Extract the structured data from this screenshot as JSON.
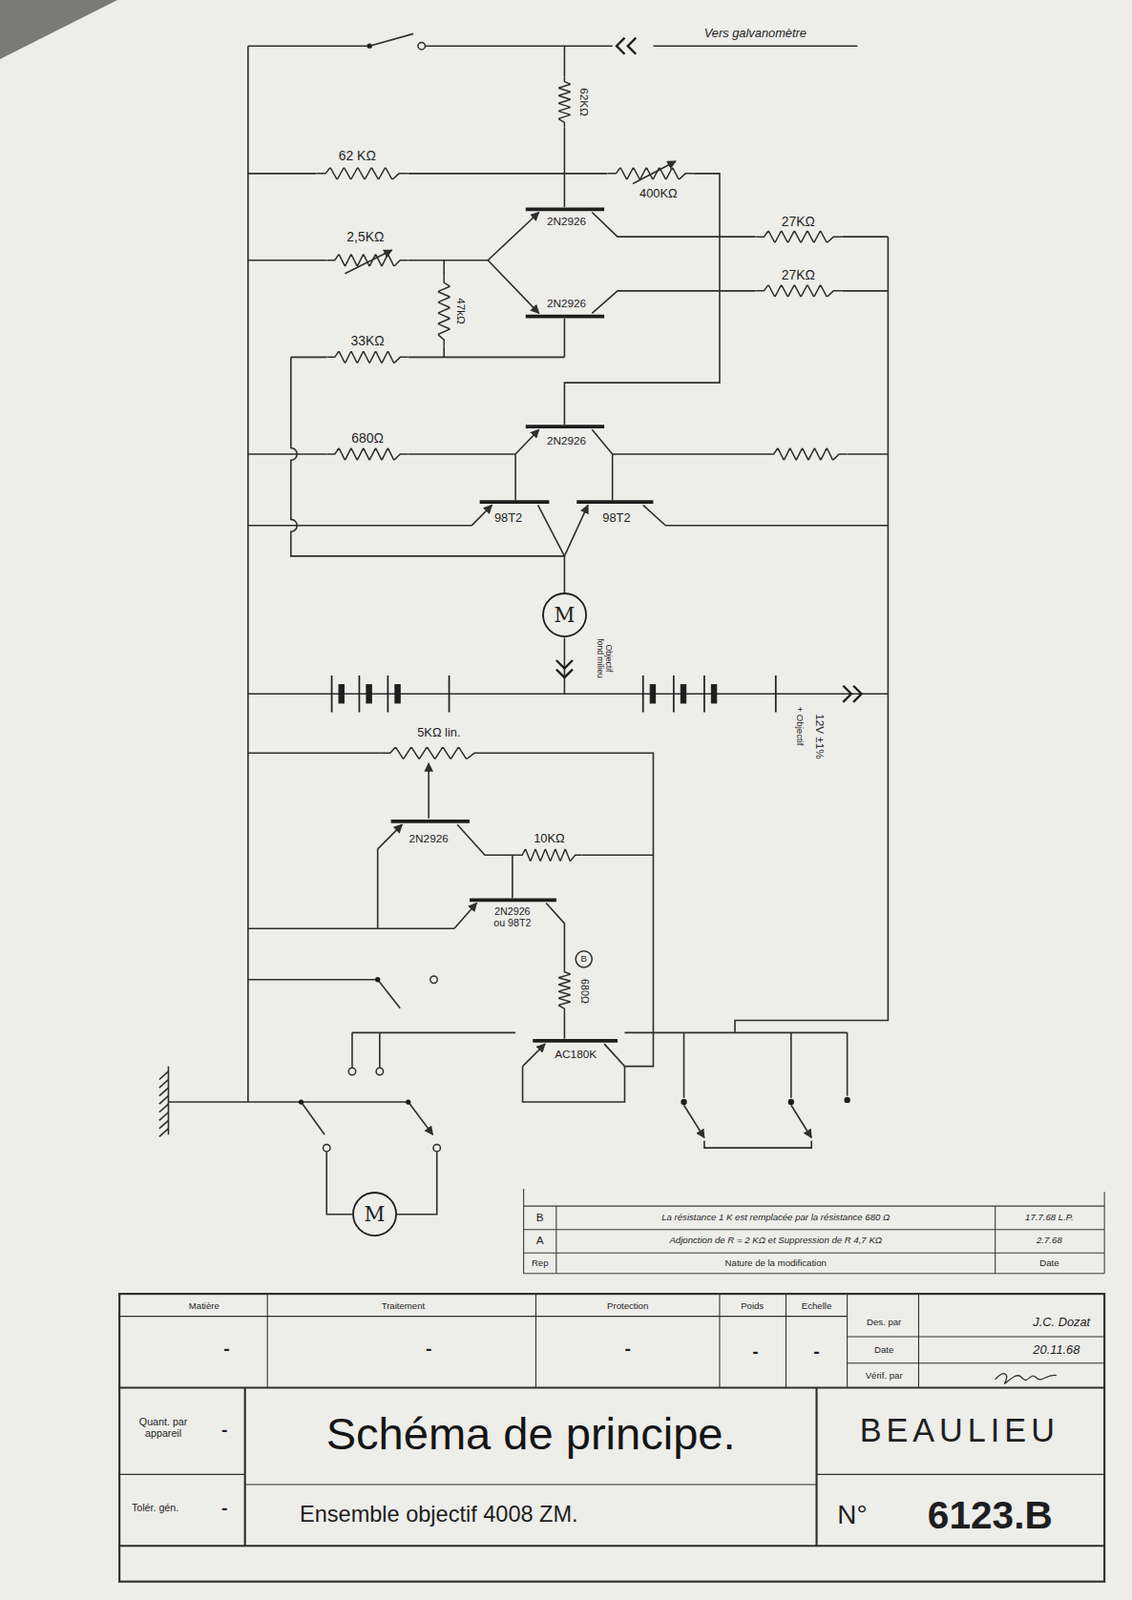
{
  "diagram": {
    "title": "Schéma de principe.",
    "nodes": [
      {
        "text": [
          "M"
        ]
      },
      {
        "text": [
          "M"
        ]
      }
    ],
    "labels": [
      "Vers galvanomètre",
      "62KΩ",
      "62 KΩ",
      "400KΩ",
      "2N2926",
      "27KΩ",
      "2,5KΩ",
      "27KΩ",
      "47kΩ",
      "2N2926",
      "33KΩ",
      "680Ω",
      "2N2926",
      "98T2",
      "98T2",
      "Objectif fond milieu",
      "+ Objectif",
      "12V ±1%",
      "5KΩ lin.",
      "2N2926",
      "10KΩ",
      "2N2926 ou 98T2",
      "B",
      "680Ω",
      "AC180K",
      "B",
      "La résistance 1 K est remplacée par la résistance 680 Ω",
      "17.7.68 L.P.",
      "A",
      "Adjonction de R = 2 KΩ et Suppression de R 4,7 KΩ",
      "2.7.68",
      "Rep",
      "Nature de la modification",
      "Date",
      "Matière",
      "Traitement",
      "Protection",
      "Poids",
      "Echelle",
      "-",
      "-",
      "-",
      "-",
      "-",
      "Des. par",
      "J.C. Dozat",
      "Date",
      "20.11.68",
      "Vérif. par",
      "Quant. par appareil",
      "-",
      "Tolér. gén.",
      "-",
      "Ensemble objectif 4008 ZM.",
      "BEAULIEU",
      "N°",
      "6123.B"
    ]
  }
}
